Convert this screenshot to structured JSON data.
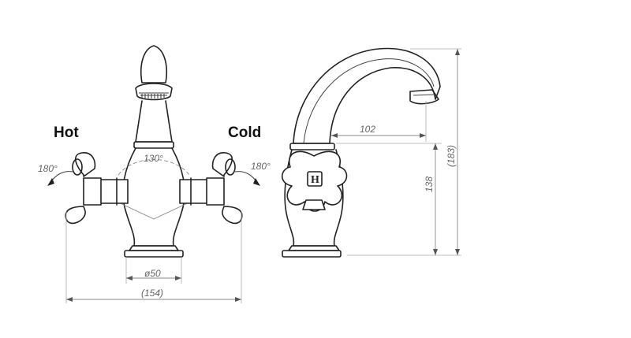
{
  "labels": {
    "hot": "Hot",
    "cold": "Cold",
    "handle_letter": "H"
  },
  "dimensions": {
    "lever_swing_angle": "130°",
    "hot_rotation": "180°",
    "cold_rotation": "180°",
    "base_diameter": "ø50",
    "overall_width": "(154)",
    "spout_reach": "102",
    "body_height": "138",
    "overall_height": "(183)"
  },
  "colors": {
    "line": "#222222",
    "dimension": "#888888",
    "background": "#ffffff"
  }
}
